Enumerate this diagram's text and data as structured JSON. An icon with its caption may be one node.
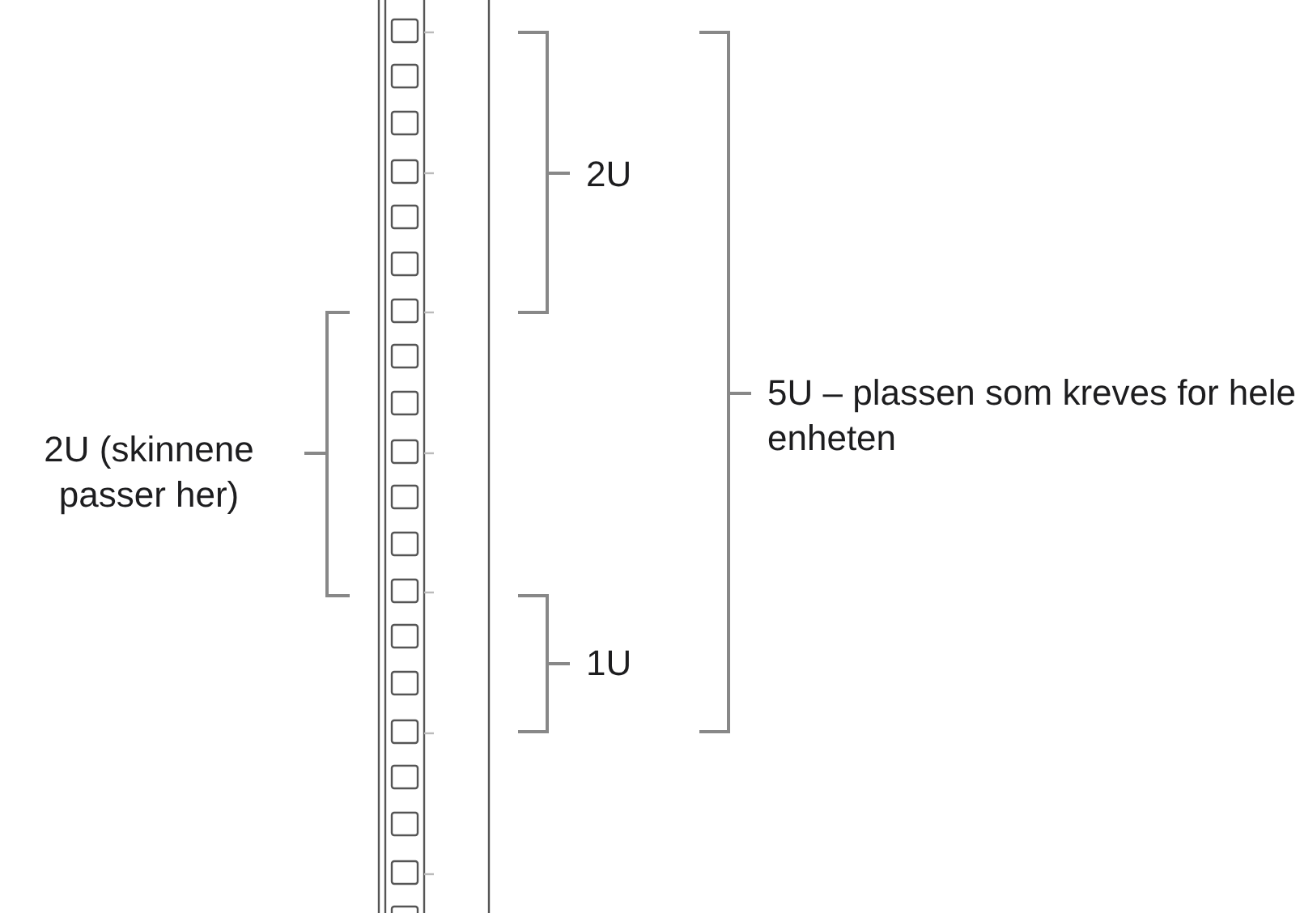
{
  "diagram": {
    "labels": [
      "2U",
      "5U – plassen som kreves for hele enheten",
      "2U (skinnene passer her)",
      "1U"
    ]
  }
}
